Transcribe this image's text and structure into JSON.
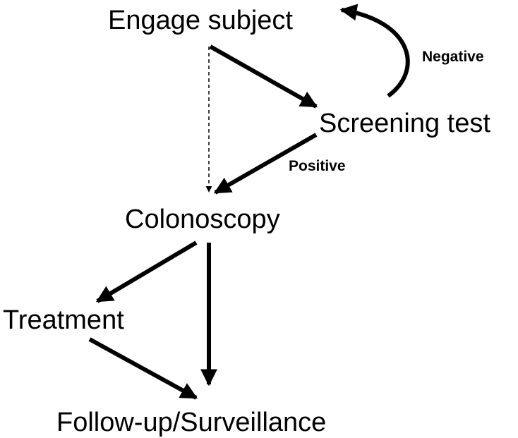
{
  "nodes": {
    "engage": "Engage subject",
    "screening": "Screening test",
    "colonoscopy": "Colonoscopy",
    "treatment": "Treatment",
    "followup": "Follow-up/Surveillance"
  },
  "edge_labels": {
    "negative": "Negative",
    "positive": "Positive"
  },
  "colors": {
    "foreground": "#000000",
    "background": "#ffffff"
  }
}
